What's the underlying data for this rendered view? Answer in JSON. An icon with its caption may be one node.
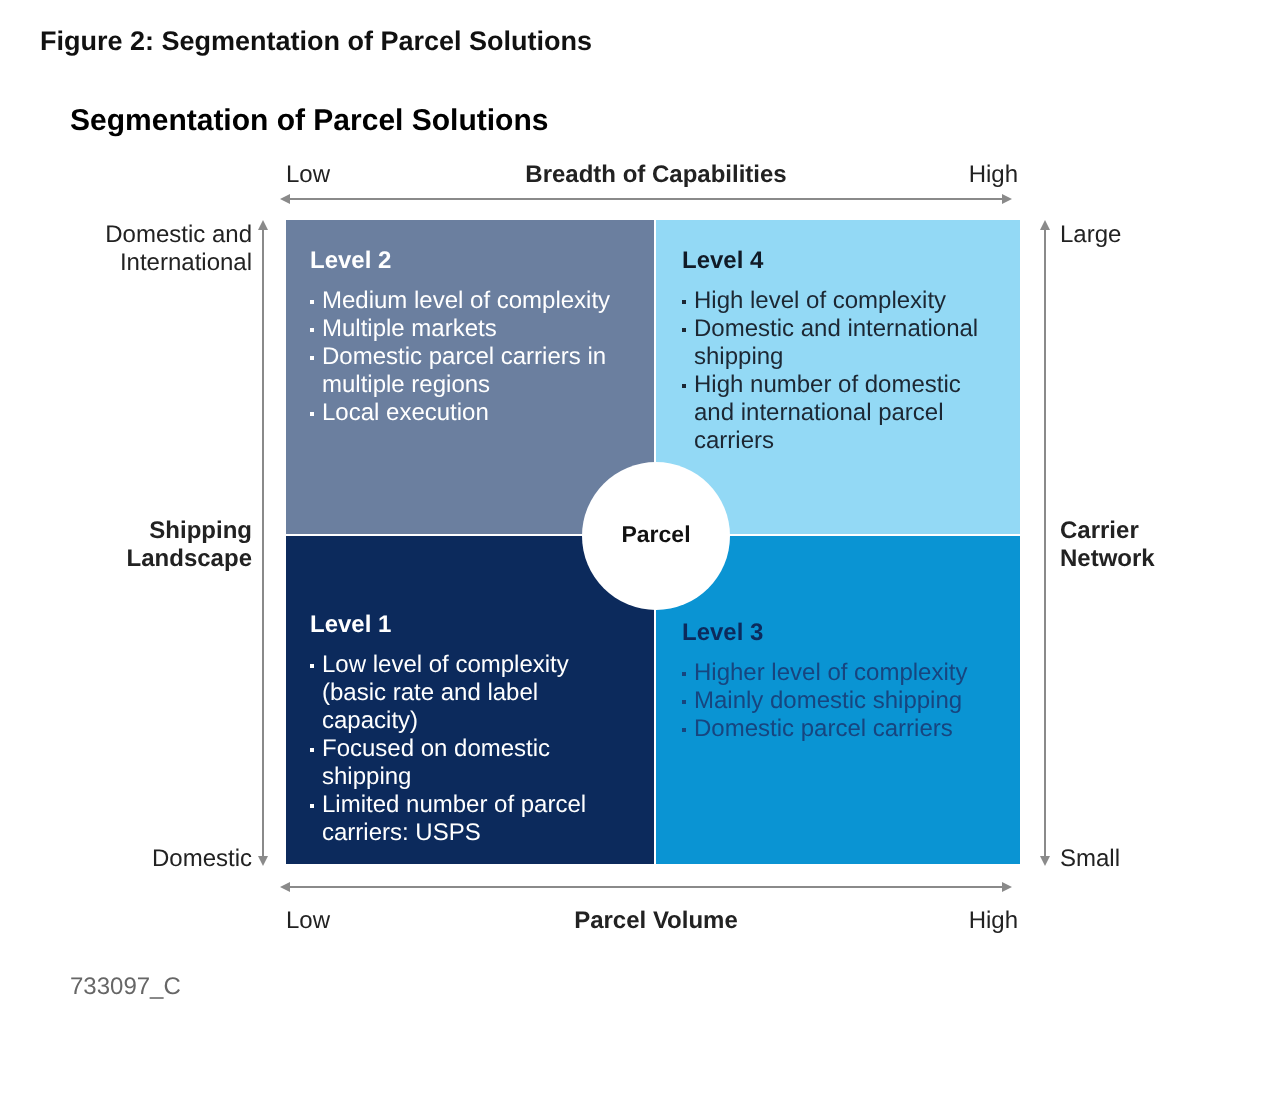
{
  "diagram": {
    "title": "Segmentation of Parcel Solutions",
    "caption": "Figure 2: Segmentation of Parcel Solutions",
    "nodes": [
      {
        "text": [
          "Level 2",
          "Medium level of complexity",
          "Multiple markets",
          "Domestic parcel carriers in multiple regions",
          "Local execution"
        ]
      },
      {
        "text": [
          "Level 4",
          "High level of complexity",
          "Domestic and international shipping",
          "High number of domestic and international parcel carriers"
        ]
      },
      {
        "text": [
          "Parcel"
        ]
      },
      {
        "text": [
          "Level 1",
          "Low level of complexity (basic rate and label capacity)",
          "Focused on domestic shipping",
          "Limited number of parcel carriers: USPS"
        ]
      },
      {
        "text": [
          "Level 3",
          "Higher level of complexity",
          "Mainly domestic shipping",
          "Domestic parcel carriers"
        ]
      }
    ],
    "labels": [
      "Low",
      "Breadth of Capabilities",
      "High",
      "Domestic and International",
      "Large",
      "Shipping Landscape",
      "Carrier Network",
      "Domestic",
      "Small",
      "Low",
      "Parcel Volume",
      "High",
      "733097_C"
    ]
  }
}
